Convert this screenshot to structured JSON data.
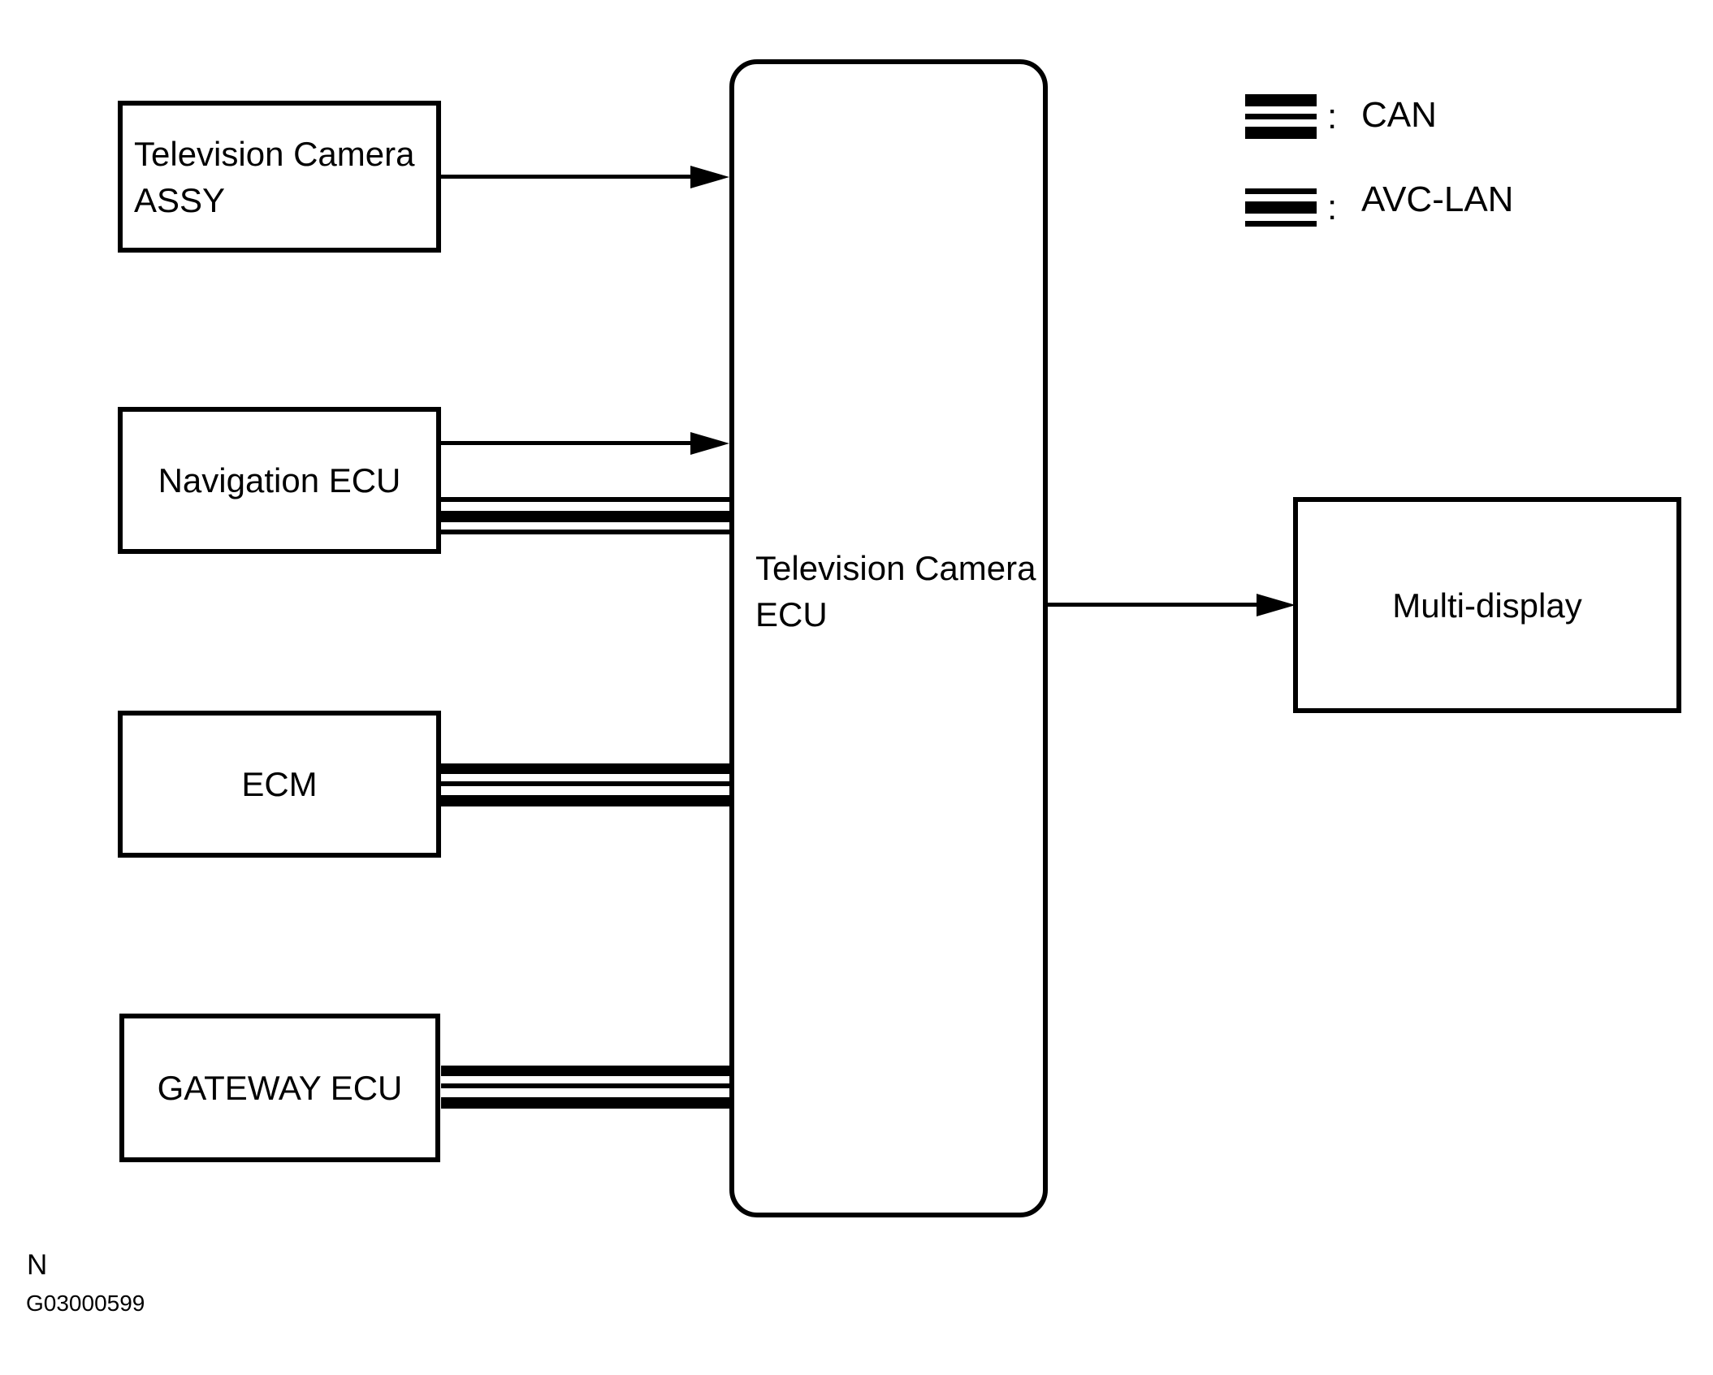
{
  "diagram": {
    "nodes": [
      {
        "id": "television-camera-assy",
        "label_lines": [
          "Television Camera",
          "ASSY"
        ]
      },
      {
        "id": "navigation-ecu",
        "label_lines": [
          "Navigation ECU"
        ]
      },
      {
        "id": "ecm",
        "label_lines": [
          "ECM"
        ]
      },
      {
        "id": "gateway-ecu",
        "label_lines": [
          "GATEWAY ECU"
        ]
      },
      {
        "id": "television-camera-ecu",
        "label_lines": [
          "Television Camera",
          "ECU"
        ]
      },
      {
        "id": "multi-display",
        "label_lines": [
          "Multi-display"
        ]
      }
    ],
    "connections": [
      {
        "from": "television-camera-assy",
        "to": "television-camera-ecu",
        "type": "arrow"
      },
      {
        "from": "navigation-ecu",
        "to": "television-camera-ecu",
        "type": "arrow"
      },
      {
        "from": "navigation-ecu",
        "to": "television-camera-ecu",
        "type": "avc-lan-bus"
      },
      {
        "from": "ecm",
        "to": "television-camera-ecu",
        "type": "can-bus"
      },
      {
        "from": "gateway-ecu",
        "to": "television-camera-ecu",
        "type": "can-bus"
      },
      {
        "from": "television-camera-ecu",
        "to": "multi-display",
        "type": "arrow"
      }
    ],
    "legend": {
      "items": [
        {
          "symbol": "can-bus-line-icon",
          "colon": ":",
          "label": "CAN"
        },
        {
          "symbol": "avc-lan-bus-line-icon",
          "colon": ":",
          "label": "AVC-LAN"
        }
      ]
    },
    "footer": {
      "note": "N",
      "code": "G03000599"
    },
    "colors": {
      "ink": "#000000",
      "background": "#ffffff"
    }
  }
}
